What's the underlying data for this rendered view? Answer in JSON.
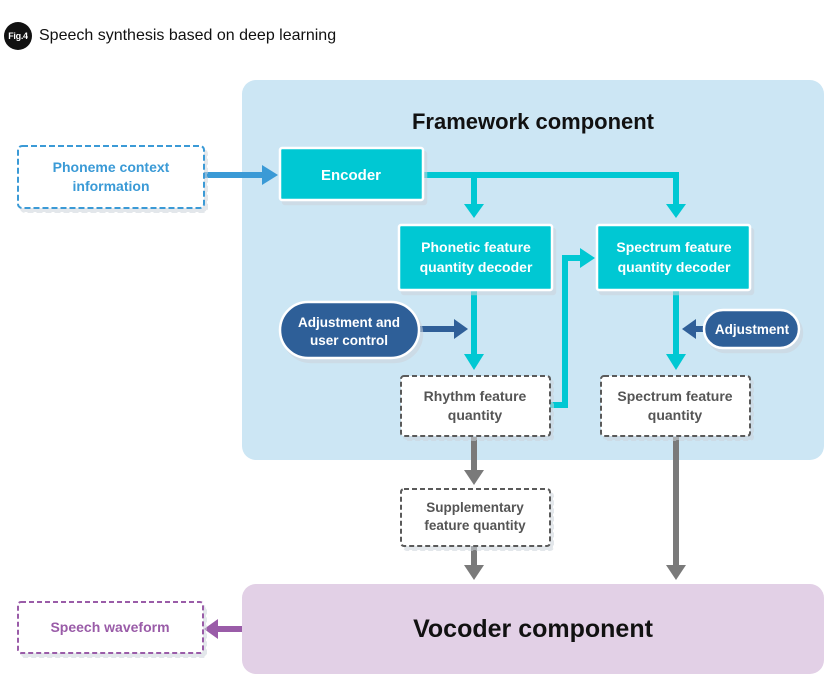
{
  "figure": {
    "badge": "Fig.4",
    "title": "Speech synthesis based on deep learning"
  },
  "framework": {
    "title": "Framework component",
    "encoder": "Encoder",
    "phonetic_decoder": [
      "Phonetic feature",
      "quantity decoder"
    ],
    "spectrum_decoder": [
      "Spectrum feature",
      "quantity decoder"
    ],
    "adjustment_user_control": [
      "Adjustment and",
      "user control"
    ],
    "adjustment": "Adjustment",
    "rhythm_quantity": [
      "Rhythm feature",
      "quantity"
    ],
    "spectrum_quantity": [
      "Spectrum feature",
      "quantity"
    ]
  },
  "input": {
    "phoneme_context": [
      "Phoneme context",
      "information"
    ]
  },
  "supplementary_quantity": [
    "Supplementary",
    "feature quantity"
  ],
  "vocoder": {
    "title": "Vocoder component"
  },
  "output": {
    "speech_waveform": "Speech waveform"
  },
  "colors": {
    "framework_bg": "#cce6f4",
    "teal": "#00c8d3",
    "navy": "#2f5f98",
    "input_blue": "#3a9ad6",
    "gray": "#7a7a7a",
    "dashed_gray": "#5a5a5a",
    "vocoder_bg": "#e2d0e6",
    "purple": "#9a5ca8"
  }
}
